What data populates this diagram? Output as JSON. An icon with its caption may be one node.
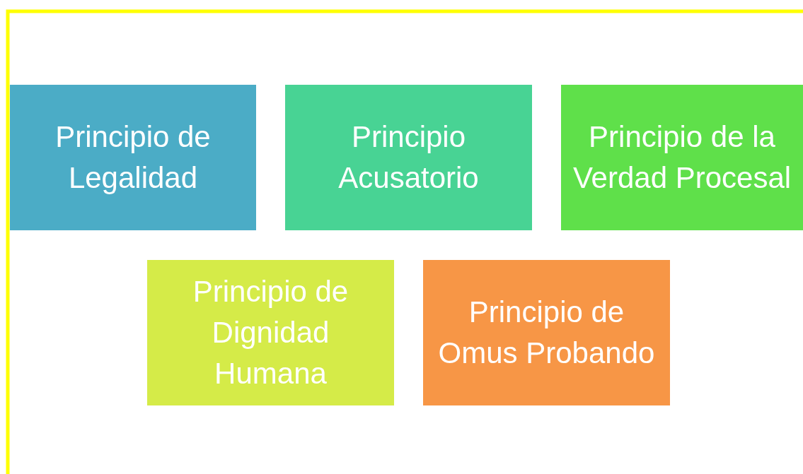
{
  "diagram": {
    "nodes": [
      {
        "text": [
          "Principio de Legalidad"
        ]
      },
      {
        "text": [
          "Principio Acusatorio"
        ]
      },
      {
        "text": [
          "Principio de la Verdad Procesal"
        ]
      },
      {
        "text": [
          "Principio de Dignidad Humana"
        ]
      },
      {
        "text": [
          "Principio de Omus Probando"
        ]
      }
    ]
  }
}
